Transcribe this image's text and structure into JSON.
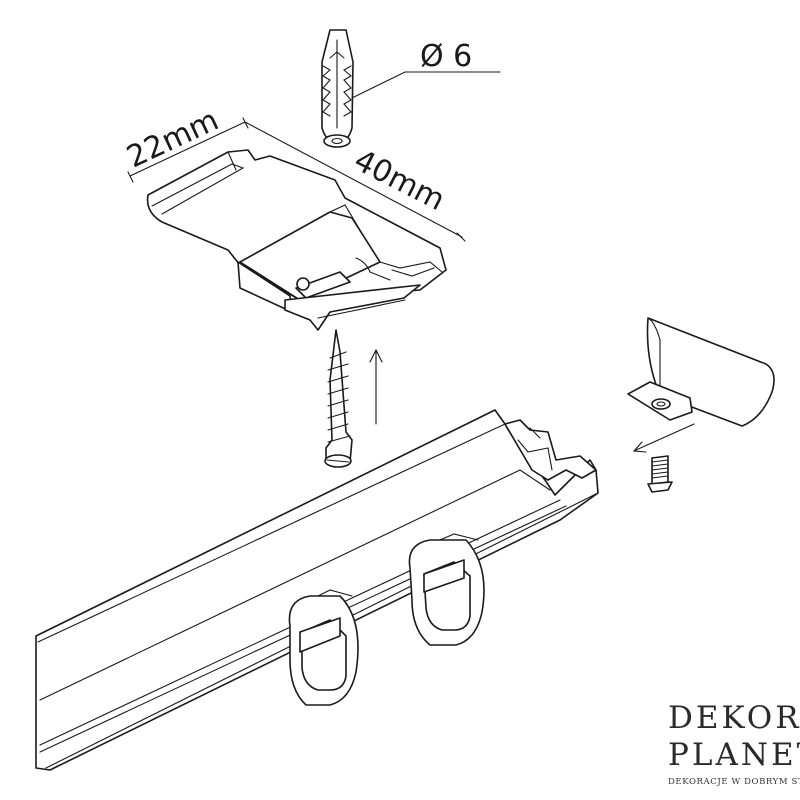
{
  "dimensions": {
    "width_label": "22mm",
    "length_label": "40mm",
    "dowel_label": "Ø 6"
  },
  "logo": {
    "line1": "Dekor",
    "line2": "Planet",
    "tagline": "Dekoracje w dobrym stylu"
  }
}
